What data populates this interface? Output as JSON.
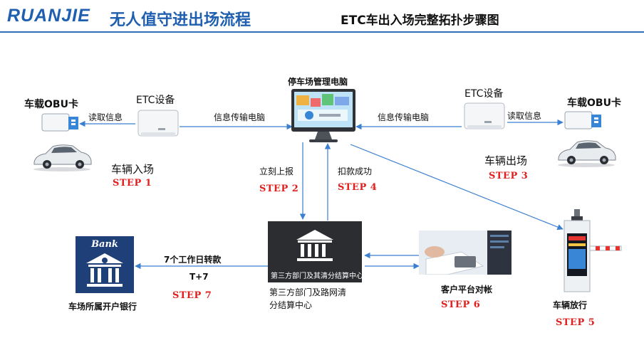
{
  "header": {
    "brand": "RUANJIE",
    "title": "无人值守进出场流程",
    "subtitle": "ETC车出入场完整拓扑步骤图"
  },
  "nodes": {
    "obu_left": "车载OBU卡",
    "etc_left": "ETC设备",
    "read_left": "读取信息",
    "transfer_left": "信息传输电脑",
    "computer": "停车场管理电脑",
    "transfer_right": "信息传输电脑",
    "etc_right": "ETC设备",
    "read_right": "读取信息",
    "obu_right": "车载OBU卡",
    "entry": "车辆入场",
    "exit": "车辆出场",
    "report": "立刻上报",
    "deduct": "扣款成功",
    "third_party_screen": "第三方部门及其清分结算中心",
    "third_party_line1": "第三方部门及路网清",
    "third_party_line2": "分结算中心",
    "transfer_days": "7个工作日转款",
    "t_plus": "T+7",
    "bank_sign": "Bank",
    "bank": "车场所属开户银行",
    "reconcile": "客户平台对帐",
    "release": "车辆放行"
  },
  "steps": {
    "s1": "STEP 1",
    "s2": "STEP 2",
    "s3": "STEP 3",
    "s4": "STEP 4",
    "s5": "STEP 5",
    "s6": "STEP 6",
    "s7": "STEP 7"
  },
  "colors": {
    "brand_blue": "#1f5fb0",
    "arrow_blue": "#3b7fd0",
    "step_red": "#e0201e"
  }
}
